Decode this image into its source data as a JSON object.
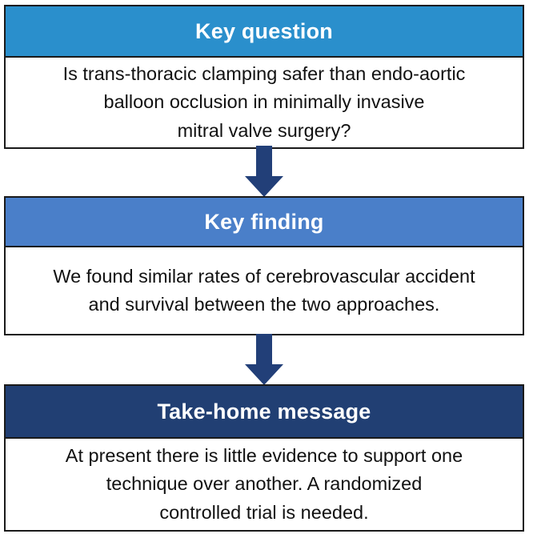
{
  "boxes": [
    {
      "title": "Key question",
      "text": "Is trans-thoracic clamping safer than endo-aortic\nballoon occlusion in minimally invasive\nmitral valve surgery?"
    },
    {
      "title": "Key finding",
      "text": "We found similar rates of cerebrovascular accident\nand survival between the two approaches."
    },
    {
      "title": "Take-home message",
      "text": "At present there is little evidence to support one\ntechnique over another. A randomized\ncontrolled trial is needed."
    }
  ],
  "colors": {
    "header_1": "#2a8fcc",
    "header_2": "#4a7fc9",
    "header_3": "#213f73",
    "arrow": "#223f78",
    "border": "#1a1a1a"
  }
}
